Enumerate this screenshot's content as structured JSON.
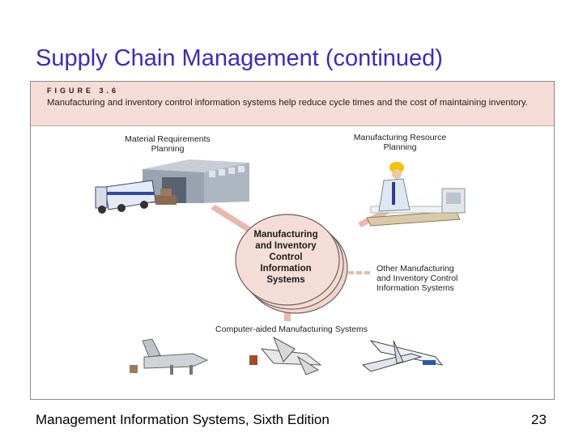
{
  "slide": {
    "title": "Supply Chain Management (continued)",
    "footer": "Management Information Systems, Sixth Edition",
    "page_number": "23"
  },
  "figure": {
    "label": "FIGURE 3.6",
    "caption": "Manufacturing and inventory control information systems help reduce cycle times and the cost of maintaining inventory.",
    "hub_lines": [
      "Manufacturing",
      "and Inventory",
      "Control",
      "Information",
      "Systems"
    ],
    "mrp_lines": [
      "Material Requirements",
      "Planning"
    ],
    "mrp2_lines": [
      "Manufacturing Resource",
      "Planning"
    ],
    "other_lines": [
      "Other Manufacturing",
      "and Inventory Control",
      "Information Systems"
    ],
    "cam_label": "Computer-aided Manufacturing Systems",
    "colors": {
      "header_bg": "#f6dcd6",
      "hub_fill": "#f4ddd6",
      "connector": "#e8b8ae",
      "title": "#3a2bc9"
    }
  }
}
